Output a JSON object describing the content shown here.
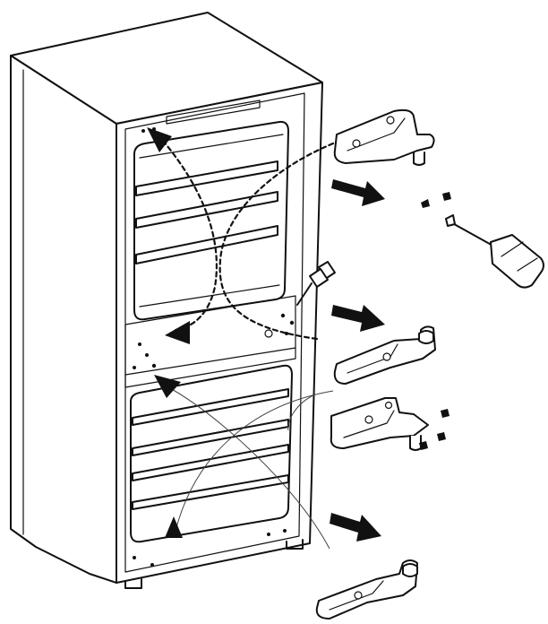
{
  "diagram": {
    "type": "exploded-assembly-illustration",
    "components": [
      "refrigerator-cabinet",
      "top-hinge",
      "middle-hinge-upper",
      "middle-hinge-lower",
      "bottom-hinge",
      "screws",
      "screwdriver"
    ],
    "colors": {
      "line": "#111111",
      "background": "#ffffff"
    }
  }
}
